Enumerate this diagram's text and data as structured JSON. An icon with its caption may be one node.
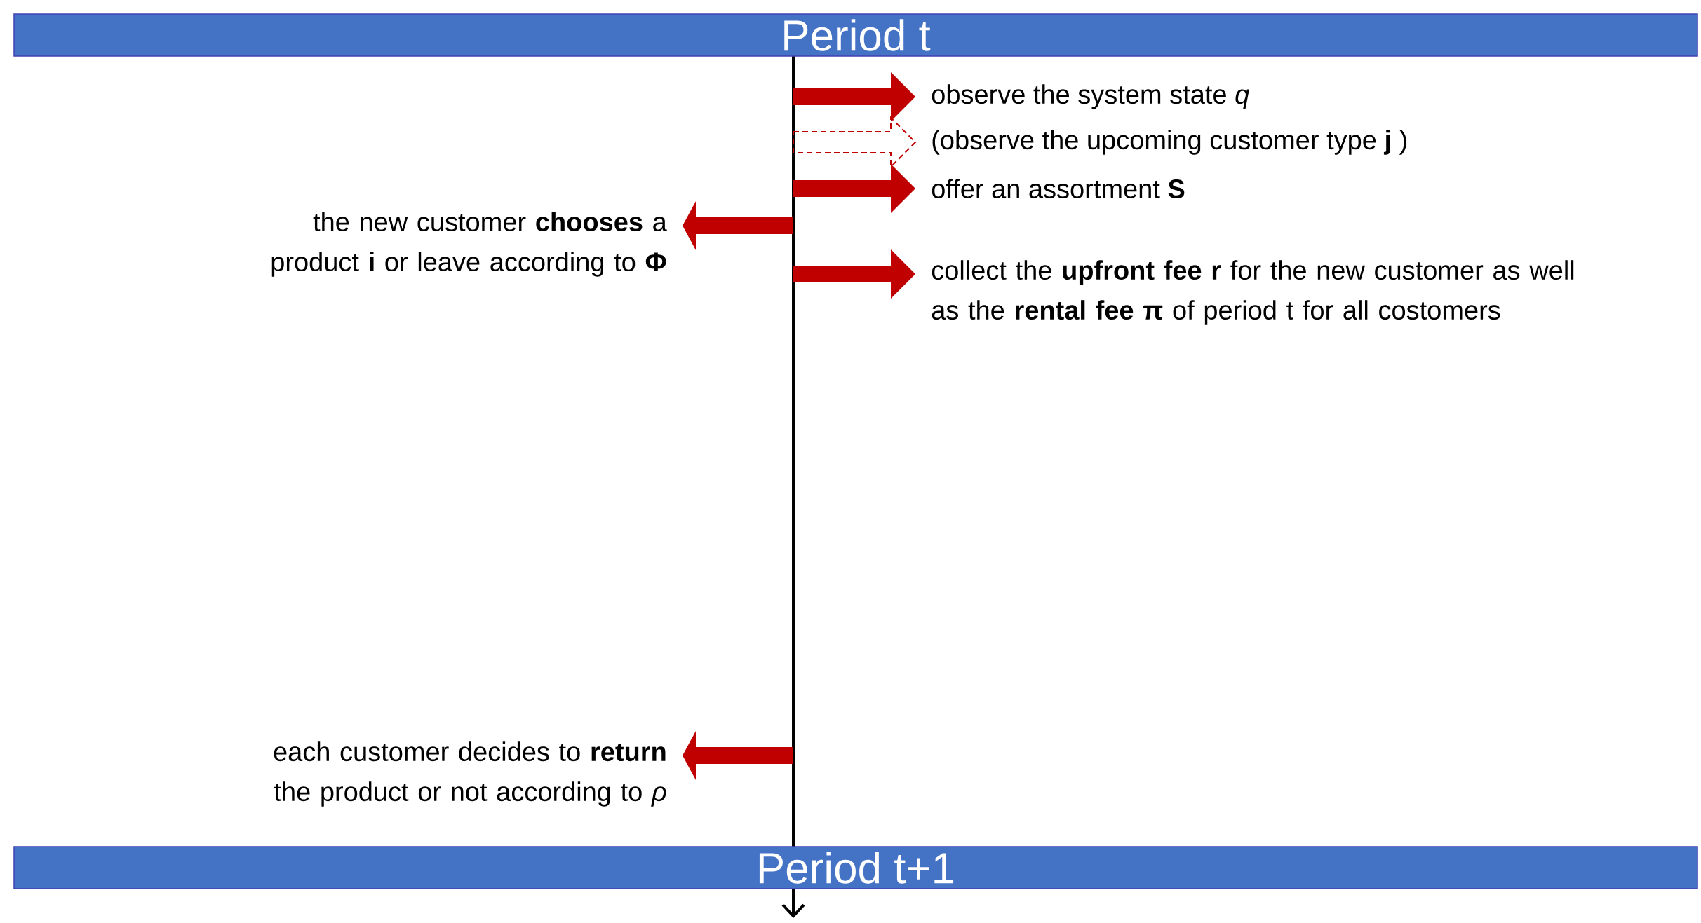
{
  "diagram": {
    "nodes": [
      {
        "text": [
          "Period t"
        ]
      },
      {
        "text": [
          "Period t+1"
        ]
      },
      {
        "text": [
          "observe the system state *q*"
        ]
      },
      {
        "text": [
          "(observe the upcoming customer type **j** )"
        ]
      },
      {
        "text": [
          "offer an assortment **S**"
        ]
      },
      {
        "text": [
          "the new customer **chooses** a product **i** or leave according to **Φ**"
        ]
      },
      {
        "text": [
          "collect the **upfront fee r** for the new customer as well as the **rental fee π** of period t for all costomers"
        ]
      },
      {
        "text": [
          "each customer decides to **return** the product or not according to *ρ*"
        ]
      }
    ],
    "edges": [
      {
        "from": null,
        "to": 2,
        "arrow": "to",
        "style": "thick"
      },
      {
        "from": null,
        "to": 3,
        "arrow": "to",
        "style": "dashed"
      },
      {
        "from": null,
        "to": 4,
        "arrow": "to",
        "style": "thick"
      },
      {
        "from": null,
        "to": 5,
        "arrow": "to",
        "style": "thick"
      },
      {
        "from": null,
        "to": 6,
        "arrow": "to",
        "style": "thick"
      },
      {
        "from": null,
        "to": 7,
        "arrow": "to",
        "style": "thick"
      }
    ]
  }
}
